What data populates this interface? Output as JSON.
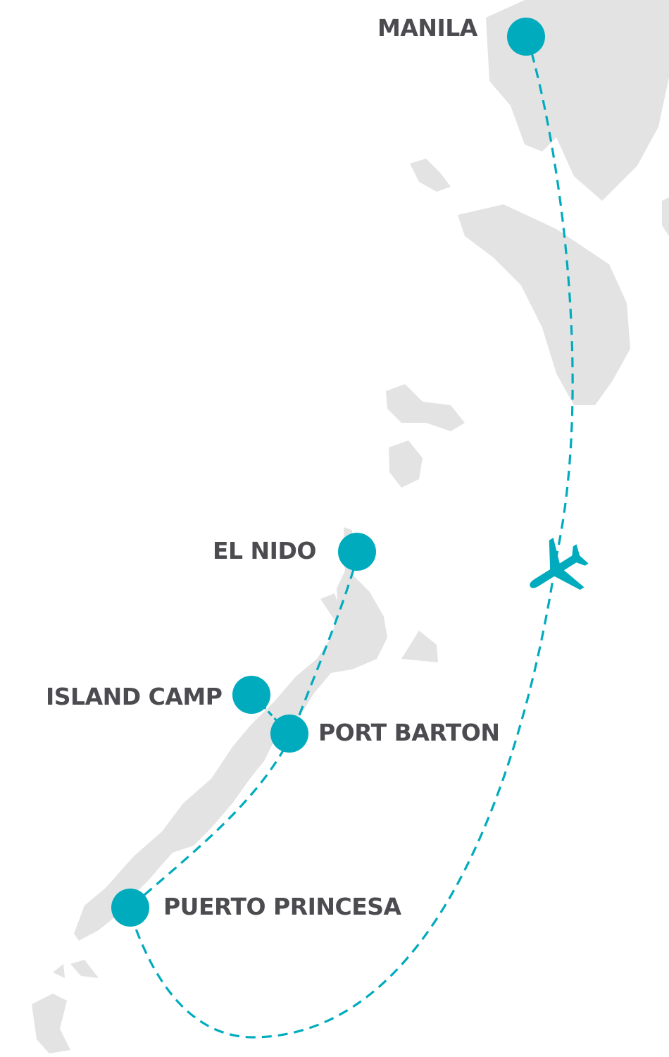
{
  "colors": {
    "route": "#00abbd",
    "stop": "#00abbd",
    "land": "#e3e3e3",
    "label": "#4b4b50",
    "background": "#ffffff"
  },
  "icons": {
    "flight": "airplane-icon"
  },
  "stops": [
    {
      "name": "MANILA"
    },
    {
      "name": "EL NIDO"
    },
    {
      "name": "ISLAND CAMP"
    },
    {
      "name": "PORT BARTON"
    },
    {
      "name": "PUERTO PRINCESA"
    }
  ]
}
